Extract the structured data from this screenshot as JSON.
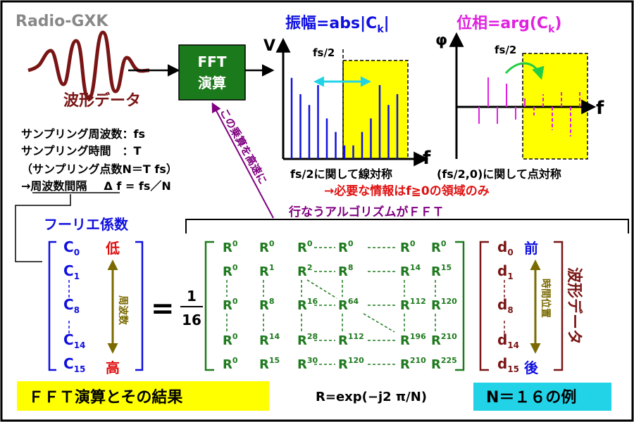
{
  "brand": "Radio-GXK",
  "colors": {
    "blue": "#1010e0",
    "maroon": "#7a1515",
    "red": "#e01010",
    "green": "#1f7a1f",
    "fft_box": "#1b7a1b",
    "yellow": "#ffff00",
    "cyan": "#22d3e8",
    "magenta": "#e020e0",
    "purple": "#800080",
    "olive": "#7a6a00"
  },
  "waveform": {
    "label": "波形データ"
  },
  "fft_block": {
    "line1": "FFT",
    "line2": "演算"
  },
  "amplitude_chart": {
    "title_prefix": "振幅=abs|C",
    "title_sub": "k",
    "title_suffix": "|",
    "y_axis": "V",
    "x_axis": "f",
    "half_marker": "fs/2",
    "bars": [
      0.9,
      0.72,
      0.6,
      0.82,
      0.45,
      0.3,
      0.15,
      0.15,
      0.3,
      0.45,
      0.82,
      0.6,
      0.72
    ],
    "caption": "fs/2に関して線対称"
  },
  "phase_chart": {
    "title_prefix": "位相=arg(C",
    "title_sub": "k",
    "title_suffix": ")",
    "y_axis": "φ",
    "x_axis": "f",
    "half_marker": "fs/2",
    "caption": "(fs/2,0)に関して点対称"
  },
  "note_positive": "→必要な情報はf≧0の領域のみ",
  "sampling_notes": {
    "freq_label": "サンプリング周波数：",
    "freq_symbol": "fs",
    "time_label": "サンプリング時間　：",
    "time_symbol": "T",
    "points_label": "（サンプリング点数N＝T fs）",
    "interval_label": "→周波数間隔",
    "interval_formula": "Δ f = fs／N"
  },
  "fast_mult_label": "この乗算を高速に",
  "algorithm_label": "行なうアルゴリズムがＦＦＴ",
  "fourier_coeff_title": "フーリエ係数",
  "coefficients": [
    "C0",
    "C1",
    "C8",
    "C14",
    "C15"
  ],
  "freq_axis": {
    "low": "低",
    "high": "高",
    "label": "周波数"
  },
  "equals": "=",
  "fraction": {
    "num": "1",
    "den": "16"
  },
  "matrix_rows": [
    [
      "0",
      "0",
      "0",
      "0",
      "0",
      "0"
    ],
    [
      "0",
      "1",
      "2",
      "8",
      "14",
      "15"
    ],
    [
      "0",
      "8",
      "16",
      "64",
      "112",
      "120"
    ],
    [
      "0",
      "14",
      "28",
      "112",
      "196",
      "210"
    ],
    [
      "0",
      "15",
      "30",
      "120",
      "210",
      "225"
    ]
  ],
  "data_samples": [
    "d0",
    "d1",
    "d8",
    "d14",
    "d15"
  ],
  "time_axis": {
    "front": "前",
    "back": "後",
    "label": "時間位置"
  },
  "waveform_data_vertical": "波形データ",
  "footer_left": "ＦＦＴ演算とその結果",
  "formula_R": "R=exp(−j2 π/N)",
  "footer_right": "N＝１６の例"
}
